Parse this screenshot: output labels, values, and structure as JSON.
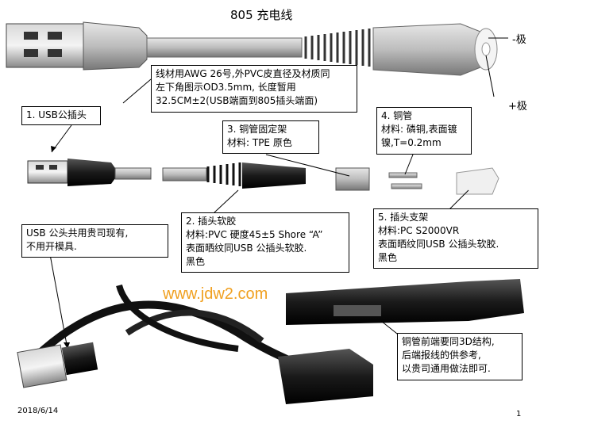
{
  "title": "805 充电线",
  "poles": {
    "negative": "-极",
    "positive": "+极"
  },
  "cable_note": [
    "线材用AWG 26号,外PVC皮直径及材质同",
    "左下角图示OD3.5mm, 长度暂用",
    "32.5CM±2(USB端面到805插头端面)"
  ],
  "part1": {
    "label": "1. USB公插头"
  },
  "part3": {
    "heading": "3. 铜管固定架",
    "material": "材料: TPE 原色"
  },
  "part4": {
    "heading": "4. 铜管",
    "lines": [
      "材料: 磷铜,表面镀",
      "镍,T=0.2mm"
    ]
  },
  "part2": {
    "heading": "2. 插头软胶",
    "lines": [
      "材料:PVC 硬度45±5 Shore “A”",
      "表面晒纹同USB 公插头软胶.",
      "黑色"
    ]
  },
  "part5": {
    "heading": "5. 插头支架",
    "lines": [
      "材料:PC S2000VR",
      "表面晒纹同USB 公插头软胶.",
      "黑色"
    ]
  },
  "usb_note": [
    "USB 公头共用贵司现有,",
    "不用开模具."
  ],
  "copper_note": [
    "铜管前端要同3D结构,",
    "后端报线的供参考,",
    "以贵司通用做法即可."
  ],
  "watermark": "www.jdw2.com",
  "footer": {
    "date": "2018/6/14",
    "page": "1"
  },
  "colors": {
    "watermark": "#f0a020",
    "border": "#000000"
  }
}
